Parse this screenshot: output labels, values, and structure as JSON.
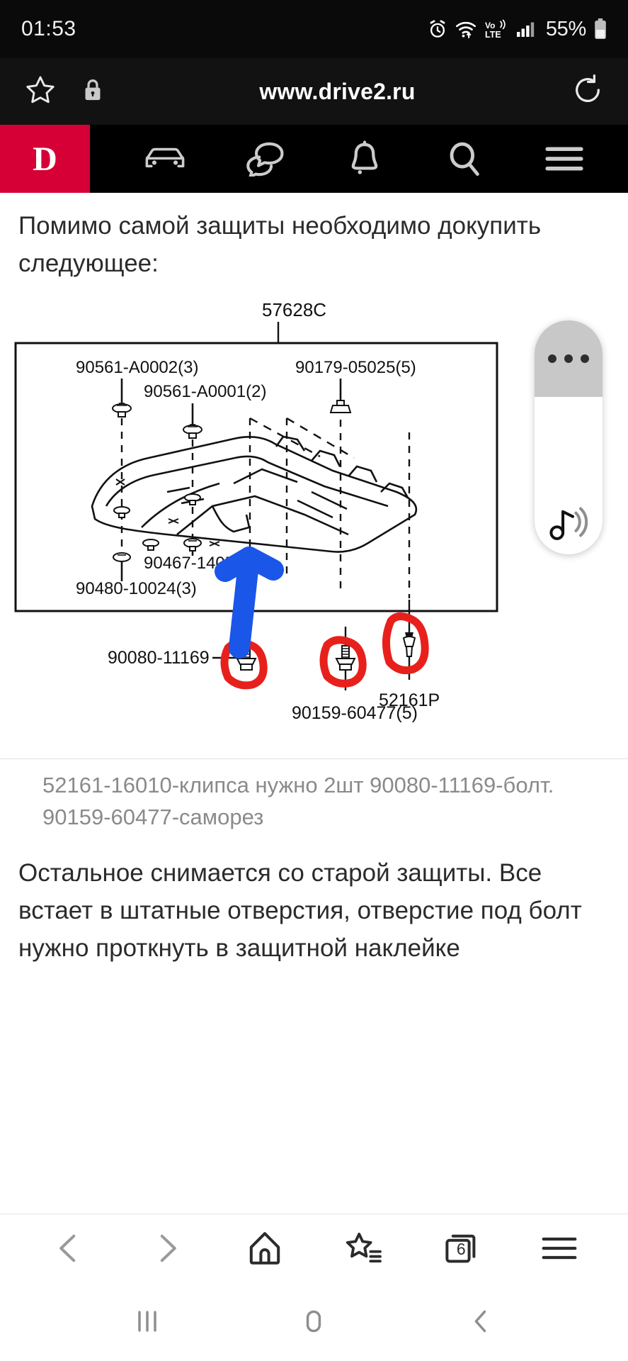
{
  "status_bar": {
    "time": "01:53",
    "battery_percent": "55%",
    "icons": [
      "alarm-icon",
      "wifi-icon",
      "volte-icon",
      "signal-icon",
      "battery-icon"
    ],
    "background_color": "#0a0a0a"
  },
  "browser": {
    "url": "www.drive2.ru",
    "bookmark_icon": "star-icon",
    "lock_icon": "lock-icon",
    "reload_icon": "reload-icon",
    "background_color": "#121212"
  },
  "site_header": {
    "logo_text": "D",
    "logo_color": "#d60036",
    "background_color": "#000000",
    "nav_items": [
      {
        "name": "car-icon",
        "label": "Car"
      },
      {
        "name": "comments-icon",
        "label": "Comments"
      },
      {
        "name": "bell-icon",
        "label": "Notifications"
      },
      {
        "name": "search-icon",
        "label": "Search"
      },
      {
        "name": "menu-icon",
        "label": "Menu"
      }
    ]
  },
  "article": {
    "paragraph_1": "Помимо самой защиты необходимо докупить следующее:",
    "figure_caption": "52161-16010-клипса нужно 2шт 90080-11169-болт. 90159-60477-саморез",
    "paragraph_2": "Остальное снимается со старой защиты. Все встает в штатные отверстия, отверстие под болт нужно проткнуть в защитной наклейке"
  },
  "diagram": {
    "title_label": "57628C",
    "labels": [
      {
        "text": "90561-A0002(3)",
        "position": "top-left"
      },
      {
        "text": "90561-A0001(2)",
        "position": "top-left-inner"
      },
      {
        "text": "90179-05025(5)",
        "position": "top-right"
      },
      {
        "text": "90467-14053(3)",
        "position": "mid-left"
      },
      {
        "text": "90480-10024(3)",
        "position": "bottom-left"
      },
      {
        "text": "90080-11169",
        "position": "bottom-row-left"
      },
      {
        "text": "90159-60477(5)",
        "position": "bottom-row-center"
      },
      {
        "text": "52161P",
        "position": "bottom-row-right"
      }
    ],
    "annotations": {
      "arrow_color": "#1a56e8",
      "circle_color": "#e8201c",
      "circled_parts": [
        "90080-11169",
        "90159-60477(5)",
        "52161P"
      ]
    }
  },
  "float_widget": {
    "name": "floating-music-widget",
    "handle_icon": "more-dots-icon",
    "music_icon": "music-note-icon",
    "handle_color": "#c8c8c8"
  },
  "browser_bottom_bar": {
    "items": [
      {
        "name": "back-icon",
        "label": "Back"
      },
      {
        "name": "forward-icon",
        "label": "Forward"
      },
      {
        "name": "home-icon",
        "label": "Home"
      },
      {
        "name": "bookmarks-icon",
        "label": "Bookmarks"
      },
      {
        "name": "tabs-icon",
        "label": "Tabs"
      },
      {
        "name": "browser-menu-icon",
        "label": "Menu"
      }
    ],
    "tab_count": "6"
  },
  "system_nav": {
    "items": [
      {
        "name": "recents-icon",
        "label": "Recents"
      },
      {
        "name": "home-button-icon",
        "label": "Home"
      },
      {
        "name": "back-button-icon",
        "label": "Back"
      }
    ]
  }
}
